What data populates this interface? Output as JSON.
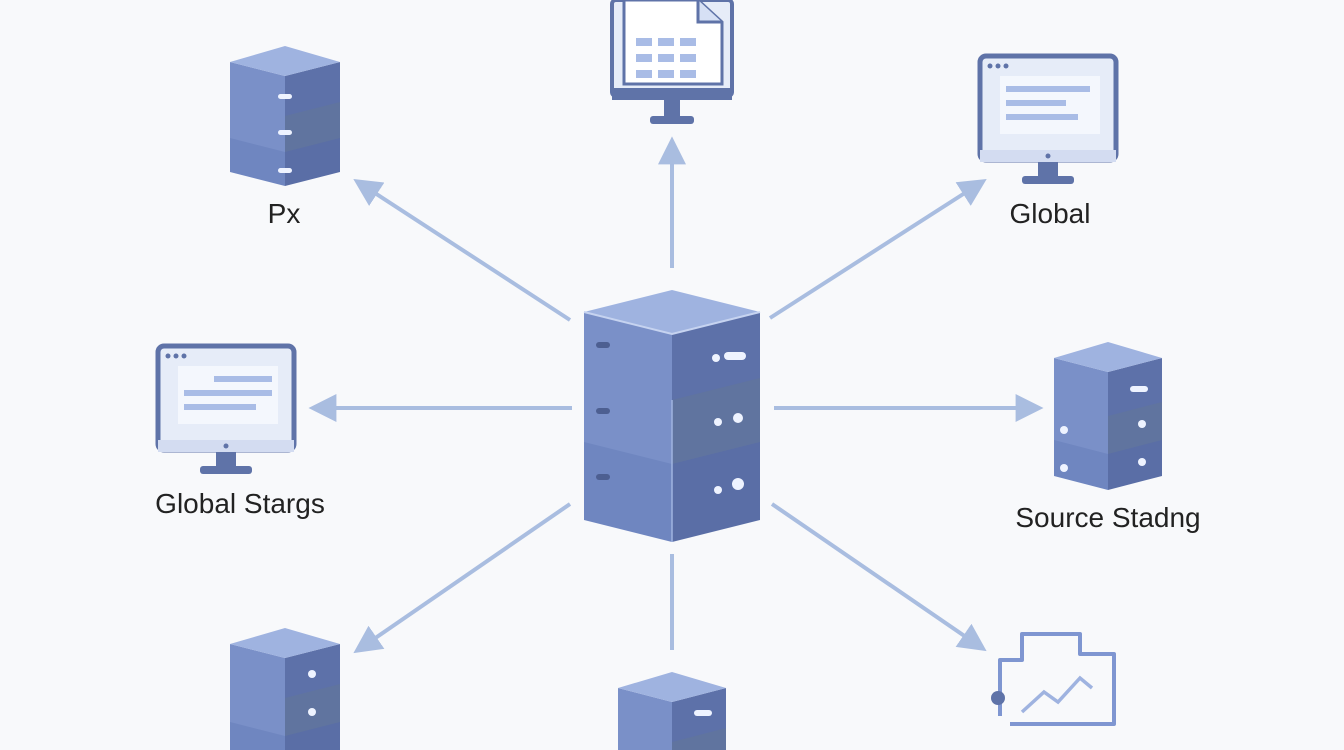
{
  "diagram": {
    "hub": {
      "name": "central-server",
      "icon": "server-stack-icon"
    },
    "nodes": [
      {
        "id": "px",
        "icon": "server-stack-icon",
        "label": "Px"
      },
      {
        "id": "top-document-monitor",
        "icon": "document-monitor-icon",
        "label": ""
      },
      {
        "id": "global",
        "icon": "monitor-icon",
        "label": "Global"
      },
      {
        "id": "global-stargs",
        "icon": "monitor-icon",
        "label": "Global Stargs"
      },
      {
        "id": "source-stadng",
        "icon": "server-stack-icon",
        "label": "Source Stadng"
      },
      {
        "id": "bottom-left-server",
        "icon": "server-stack-icon",
        "label": ""
      },
      {
        "id": "bottom-center-server",
        "icon": "server-stack-icon",
        "label": ""
      },
      {
        "id": "analytics-folder",
        "icon": "chart-folder-icon",
        "label": ""
      }
    ],
    "colors": {
      "background": "#f8f9fb",
      "server_top": "#8ea4d6",
      "server_front": "#6f86c0",
      "server_side": "#5a6ea6",
      "arrow": "#a9bde0",
      "monitor_frame": "#5f73a8",
      "screen": "#e6ecf8",
      "screen_lines": "#a9bce6",
      "text": "#222222"
    }
  }
}
